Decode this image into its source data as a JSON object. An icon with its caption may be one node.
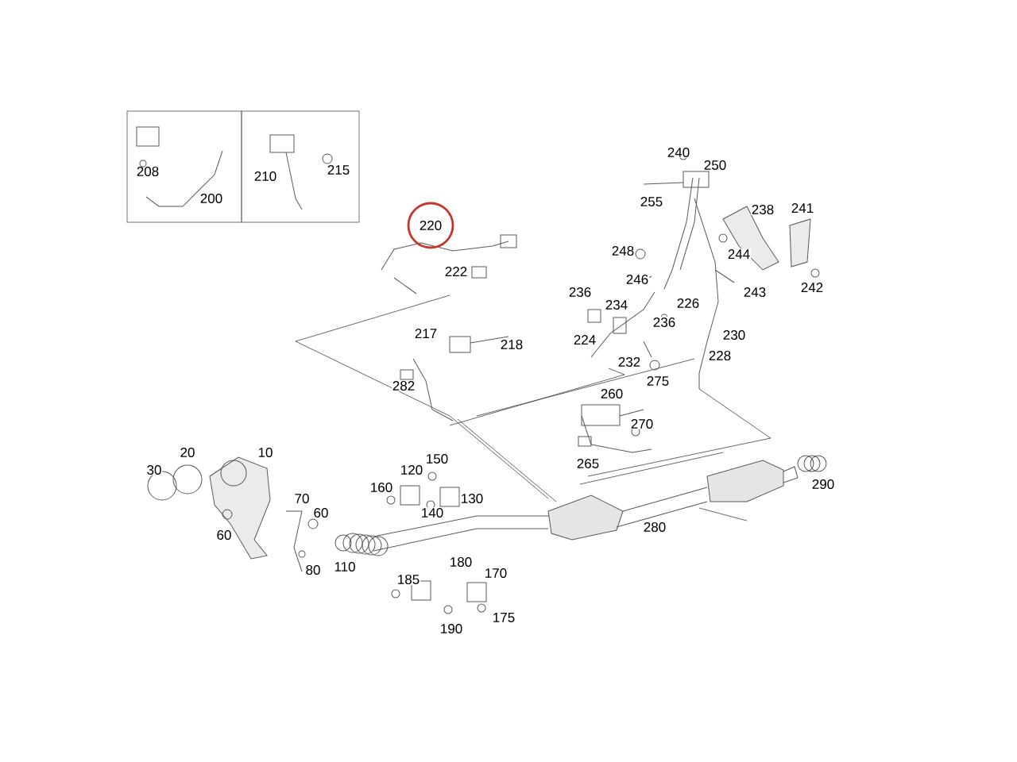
{
  "diagram": {
    "nodes": [
      {
        "text": [
          "208",
          "200"
        ]
      },
      {
        "text": [
          "210",
          "215"
        ]
      },
      {
        "text": [
          "220"
        ]
      }
    ],
    "edges": [],
    "labels": [
      "240",
      "250",
      "255",
      "238",
      "241",
      "248",
      "244",
      "222",
      "246",
      "242",
      "243",
      "236",
      "234",
      "226",
      "236",
      "217",
      "230",
      "224",
      "218",
      "228",
      "232",
      "275",
      "282",
      "260",
      "270",
      "10",
      "20",
      "150",
      "30",
      "120",
      "265",
      "290",
      "160",
      "70",
      "130",
      "60",
      "140",
      "280",
      "60",
      "180",
      "110",
      "80",
      "170",
      "185",
      "175",
      "190"
    ]
  }
}
